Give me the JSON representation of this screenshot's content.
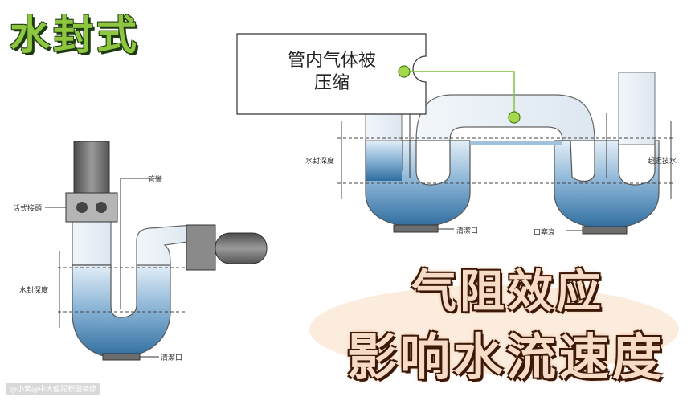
{
  "title": "水封式",
  "callout": {
    "line1": "管内气体被",
    "line2": "压缩"
  },
  "left_diagram": {
    "union_label": "活式接頭",
    "trap_label": "管彎",
    "seal_depth_label": "水封深度",
    "cleanout_label": "清潔口"
  },
  "right_diagram": {
    "seal_depth_label": "水封深度",
    "overflow_label": "超逛技水",
    "cleanout_label": "清潔口",
    "outlet_label": "口塞衰"
  },
  "slogan": {
    "line1": "气阻效应",
    "line2": "影响水流速度"
  },
  "watermark": "@小筑@中大值坭积图装修",
  "colors": {
    "water": "#5b8fbf",
    "title_fill": "#8ec63f",
    "marker": "#a4d94a",
    "slogan_fill": "#f6dcc7"
  }
}
